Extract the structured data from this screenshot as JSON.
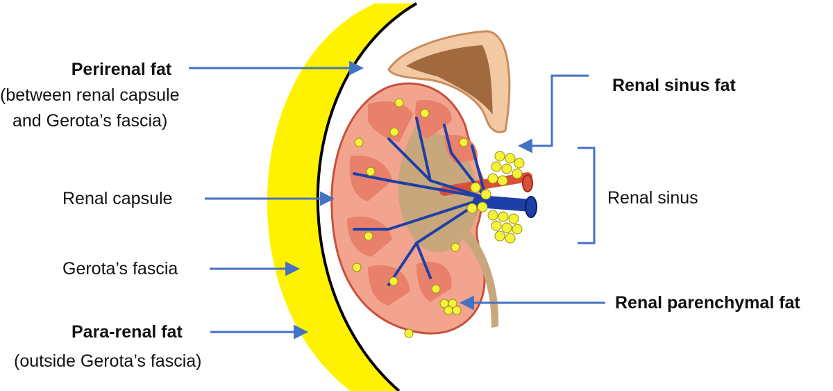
{
  "labels": {
    "perirenal_title": "Perirenal fat",
    "perirenal_sub1": "(between renal capsule",
    "perirenal_sub2": "and Gerota’s fascia)",
    "renal_capsule": "Renal capsule",
    "gerotas_fascia": "Gerota’s fascia",
    "pararenal_title": "Para-renal fat",
    "pararenal_sub": "(outside Gerota’s fascia)",
    "renal_sinus_fat": "Renal sinus fat",
    "renal_sinus": "Renal sinus",
    "renal_parenchymal_fat": "Renal parenchymal fat"
  },
  "colors": {
    "pararenal_fat": "#fff200",
    "gerota_line": "#000000",
    "arrow": "#4472c4",
    "kidney_cortex": "#f2a48e",
    "kidney_outline": "#c8503c",
    "pyramid": "#e9806b",
    "sinus_tissue": "#c9a77c",
    "vein": "#1e3fa8",
    "artery": "#d8503a",
    "fat_globule": "#f5f23a",
    "adrenal_outer": "#f3c9a4",
    "adrenal_inner": "#a06a3e"
  }
}
